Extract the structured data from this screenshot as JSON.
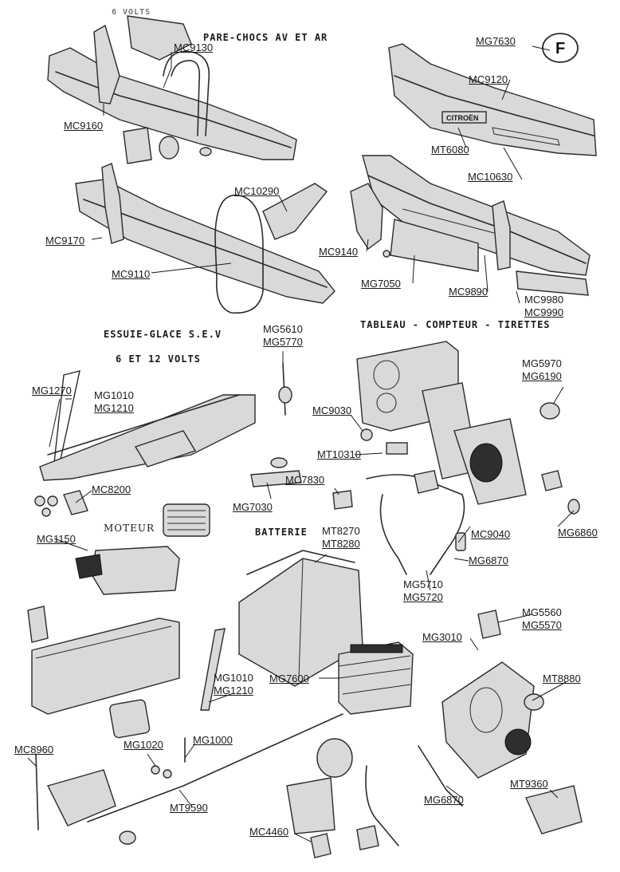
{
  "headings": {
    "bumpers": "PARE-CHOCS AV ET AR",
    "wipers_1": "ESSUIE-GLACE S.E.V",
    "wipers_2": "6 ET 12 VOLTS",
    "dashboard": "TABLEAU - COMPTEUR - TIRETTES",
    "motor": "MOTEUR",
    "battery": "BATTERIE",
    "top_partial": "6 VOLTS",
    "badge_letter": "F",
    "grille_badge": "CITROËN"
  },
  "labels": {
    "mc9130": "MC9130",
    "mc9160": "MC9160",
    "mg7630": "MG7630",
    "mc9120": "MC9120",
    "mt6080": "MT6080",
    "mc10630": "MC10630",
    "mc10290": "MC10290",
    "mc9170": "MC9170",
    "mc9110": "MC9110",
    "mc9140": "MC9140",
    "mg7050": "MG7050",
    "mc9890": "MC9890",
    "mc9980": "MC9980",
    "mc9990": "MC9990",
    "mg5610": "MG5610",
    "mg5770": "MG5770",
    "mg5970": "MG5970",
    "mg6190": "MG6190",
    "mg1270": "MG1270",
    "mg1010_a": "MG1010",
    "mg1210_a": "MG1210",
    "mc9030": "MC9030",
    "mt10310": "MT10310",
    "mc7830": "MC7830",
    "mc8200": "MC8200",
    "mg7030": "MG7030",
    "mg1150": "MG1150",
    "mc9040": "MC9040",
    "mg6860": "MG6860",
    "mt8270": "MT8270",
    "mt8280": "MT8280",
    "mg6870_a": "MG6870",
    "mg5710": "MG5710",
    "mg5720": "MG5720",
    "mg5560": "MG5560",
    "mg5570": "MG5570",
    "mg3010": "MG3010",
    "mg7600": "MG7600",
    "mt8880": "MT8880",
    "mg1010_b": "MG1010",
    "mg1210_b": "MG1210",
    "mc8960": "MC8960",
    "mg1020": "MG1020",
    "mg1000": "MG1000",
    "mg6870_b": "MG6870",
    "mt9360": "MT9360",
    "mt9590": "MT9590",
    "mc4460": "MC4460"
  }
}
